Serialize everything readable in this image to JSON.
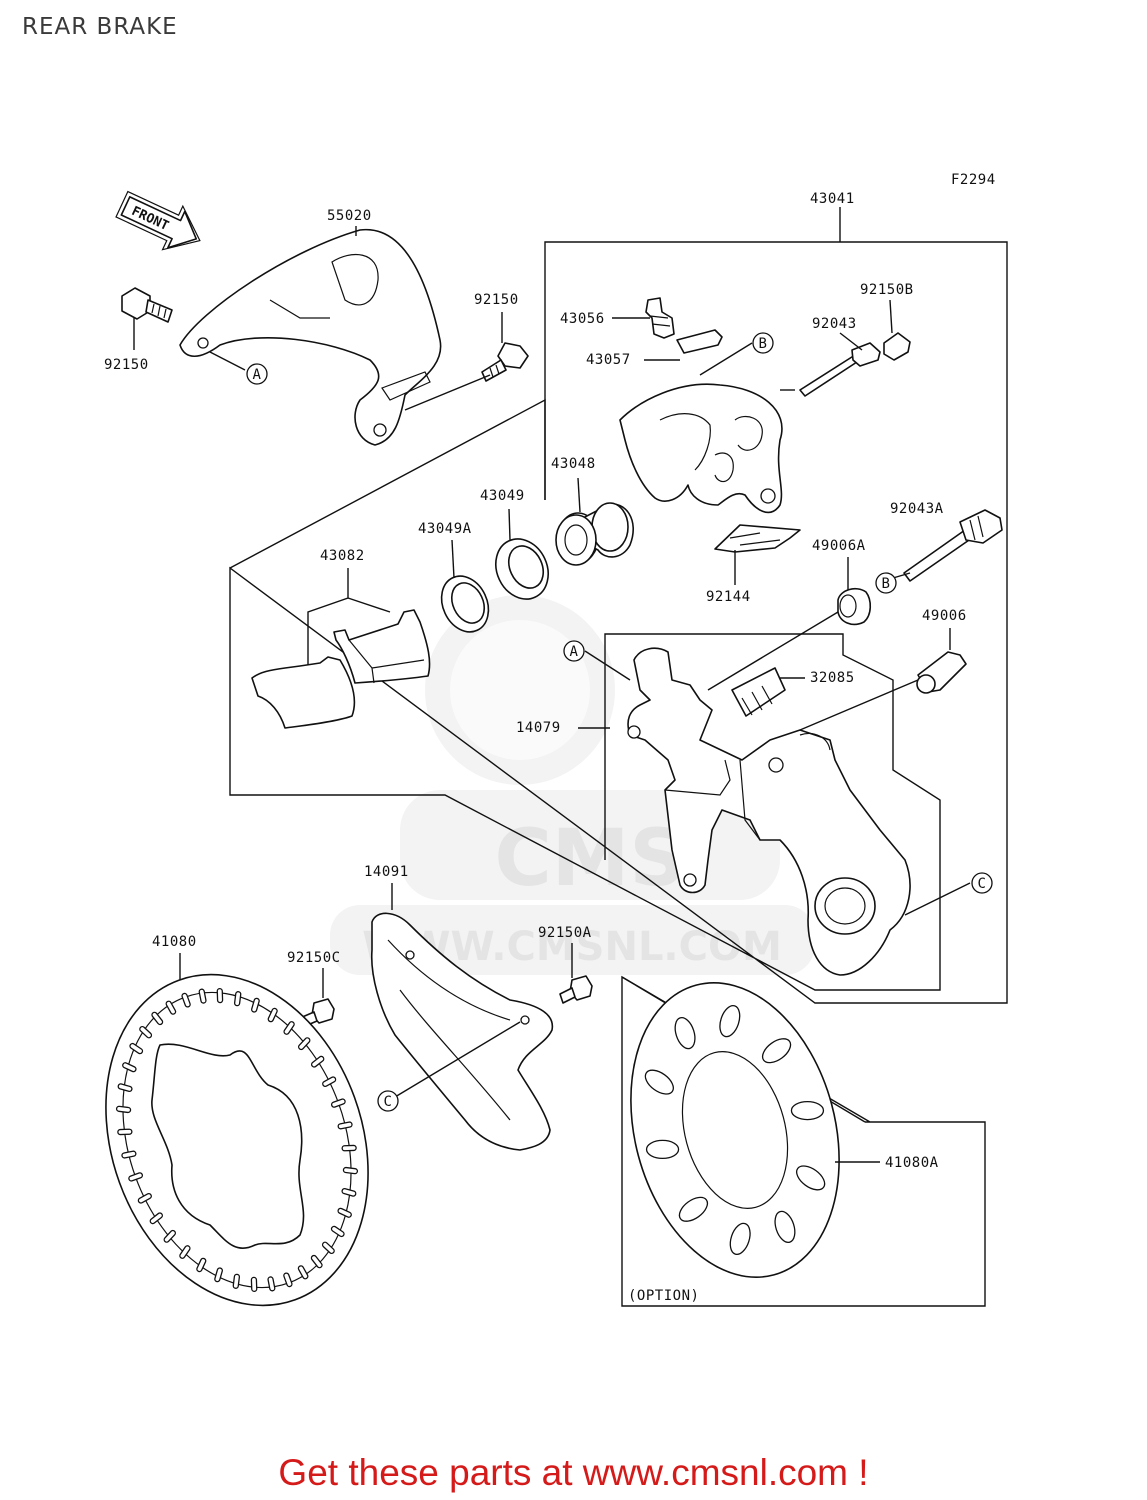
{
  "page": {
    "title": "REAR BRAKE"
  },
  "diagram": {
    "figure_code": "F2294",
    "front_label": "FRONT",
    "option_label": "(OPTION)",
    "watermark": {
      "brand": "CMS",
      "url": "WWW.CMSNL.COM"
    },
    "ref_markers": {
      "a": "A",
      "b": "B",
      "c": "C"
    },
    "parts": {
      "p55020": "55020",
      "p43041": "43041",
      "p92150_left": "92150",
      "p92150_mid": "92150",
      "p92150B": "92150B",
      "p43056": "43056",
      "p92043": "92043",
      "p43057": "43057",
      "p43048": "43048",
      "p43049": "43049",
      "p92043A": "92043A",
      "p43049A": "43049A",
      "p49006A": "49006A",
      "p43082": "43082",
      "p92144": "92144",
      "p49006": "49006",
      "p32085": "32085",
      "p14079": "14079",
      "p14091": "14091",
      "p41080": "41080",
      "p92150A": "92150A",
      "p92150C": "92150C",
      "p41080A": "41080A"
    }
  },
  "footer": {
    "cta": "Get these parts at www.cmsnl.com !"
  }
}
